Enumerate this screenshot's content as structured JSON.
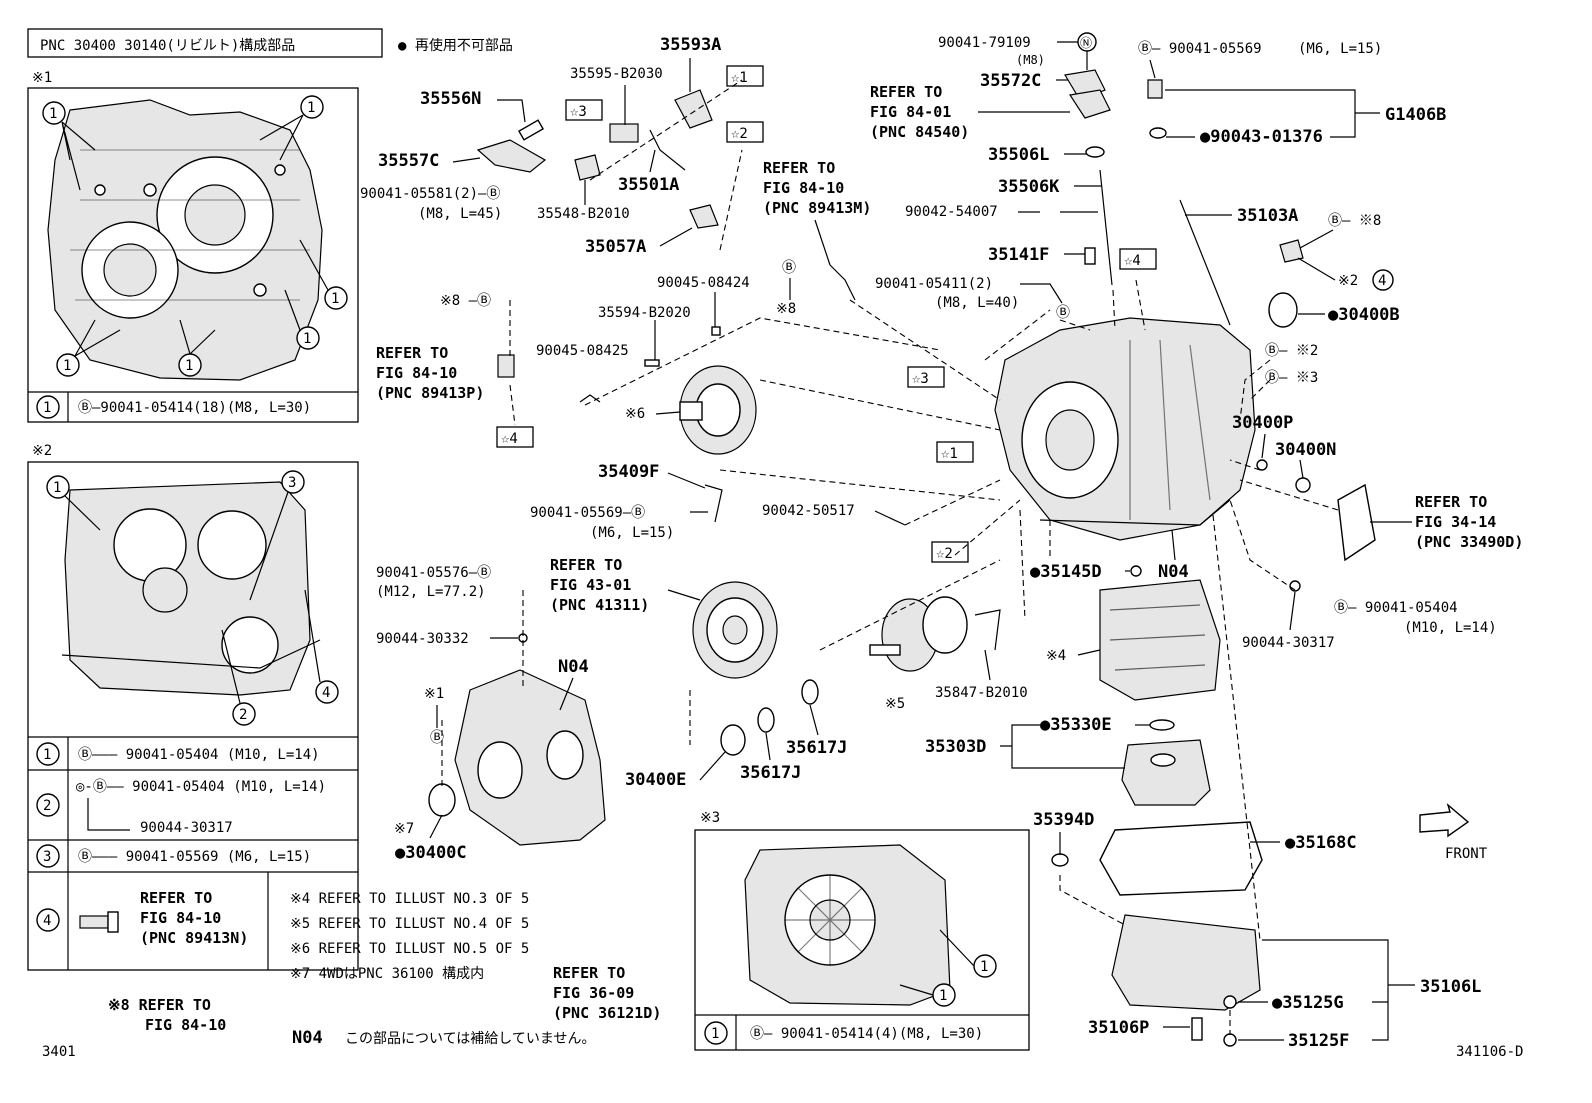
{
  "header": {
    "pnc_box": "PNC 30400 30140(リビルト)構成部品",
    "non_reusable": "● 再使用不可部品"
  },
  "inset1": {
    "mark": "※1",
    "callout": "1",
    "row_spec": "Ⓑ—90041-05414(18)(M8, L=30)"
  },
  "inset2": {
    "mark": "※2",
    "callouts": [
      "1",
      "3",
      "2",
      "4"
    ],
    "rows": [
      {
        "num": "1",
        "spec": "Ⓑ——— 90041-05404 (M10, L=14)"
      },
      {
        "num": "2",
        "spec": "◎-Ⓑ—— 90041-05404 (M10, L=14)",
        "sub": "90044-30317"
      },
      {
        "num": "3",
        "spec": "Ⓑ——— 90041-05569 (M6, L=15)"
      },
      {
        "num": "4",
        "ref": [
          "REFER TO",
          "FIG 84-10",
          "(PNC 89413N)"
        ]
      }
    ]
  },
  "inset3": {
    "mark": "※3",
    "callout": "1",
    "row_spec": "Ⓑ— 90041-05414(4)(M8, L=30)"
  },
  "notes": [
    "※4  REFER TO ILLUST NO.3 OF 5",
    "※5  REFER TO ILLUST NO.4 OF 5",
    "※6  REFER TO ILLUST NO.5 OF 5",
    "※7  4WDはPNC 36100 構成内"
  ],
  "note8": [
    "※8 REFER TO",
    "FIG 84-10"
  ],
  "n04_note": {
    "code": "N04",
    "text": "この部品については補給していません。"
  },
  "page_num": "3401",
  "fig_code": "341106-D",
  "front_label": "FRONT",
  "part_labels": {
    "p35593A": "35593A",
    "p35595": "35595-B2030",
    "p35556N": "35556N",
    "p35557C": "35557C",
    "p90041_05581": "90041-05581(2)—Ⓑ",
    "p90041_05581_sub": "(M8, L=45)",
    "p35548": "35548-B2010",
    "p35501A": "35501A",
    "p35057A": "35057A",
    "star1": "☆1",
    "star2": "☆2",
    "star3": "☆3",
    "star4": "☆4",
    "ref8410m": [
      "REFER TO",
      "FIG 84-10",
      "(PNC 89413M)"
    ],
    "p90045_08424": "90045-08424",
    "b8": "Ⓑ",
    "x8": "※8",
    "p35594": "35594-B2020",
    "p90045_08425": "90045-08425",
    "x8b": "※8 —Ⓑ",
    "ref8410p": [
      "REFER TO",
      "FIG 84-10",
      "(PNC 89413P)"
    ],
    "x6": "※6",
    "p35409F": "35409F",
    "p90041_05569a": "90041-05569—Ⓑ",
    "p90041_05569a_sub": "(M6, L=15)",
    "p90042_50517": "90042-50517",
    "p90041_05576": "90041-05576—Ⓑ",
    "p90041_05576_sub": "(M12, L=77.2)",
    "ref4301": [
      "REFER TO",
      "FIG 43-01",
      "(PNC 41311)"
    ],
    "p90044_30332": "90044-30332",
    "n04a": "N04",
    "x1": "※1",
    "b1": "Ⓑ",
    "x7": "※7",
    "p30400C": "●30400C",
    "p30400E": "30400E",
    "p35617J_a": "35617J",
    "p35617J_b": "35617J",
    "x5": "※5",
    "p35847": "35847-B2010",
    "p90041_79109": "90041-79109",
    "n_mark": "Ⓝ",
    "m8": "(M8)",
    "p35572C": "35572C",
    "ref8401": [
      "REFER TO",
      "FIG 84-01",
      "(PNC 84540)"
    ],
    "p35506L": "35506L",
    "p35506K": "35506K",
    "p90042_54007": "90042-54007",
    "p35141F": "35141F",
    "p90041_05411": "90041-05411(2)",
    "p90041_05411_sub": "(M8, L=40)",
    "b11": "Ⓑ",
    "p90041_05569b": "Ⓑ— 90041-05569",
    "p90041_05569b_sub": "(M6, L=15)",
    "p90043_01376": "●90043-01376",
    "pG1406B": "G1406B",
    "p35103A": "35103A",
    "b_x8": "Ⓑ— ※8",
    "x2_4": "※2",
    "c4": "4",
    "p30400B": "●30400B",
    "b_x2": "Ⓑ— ※2",
    "b_x3": "Ⓑ— ※3",
    "p30400P": "30400P",
    "p30400N": "30400N",
    "ref3414": [
      "REFER TO",
      "FIG 34-14",
      "(PNC 33490D)"
    ],
    "p35145D": "●35145D",
    "n04b": "N04",
    "x4": "※4",
    "p90044_30317": "90044-30317",
    "p90041_05404": "Ⓑ— 90041-05404",
    "p90041_05404_sub": "(M10, L=14)",
    "p35303D": "35303D",
    "p35330E": "●35330E",
    "p35394D": "35394D",
    "p35168C": "●35168C",
    "p35106L": "35106L",
    "p35125G": "●35125G",
    "p35125F": "35125F",
    "p35106P": "35106P",
    "ref3609": [
      "REFER TO",
      "FIG 36-09",
      "(PNC 36121D)"
    ]
  }
}
